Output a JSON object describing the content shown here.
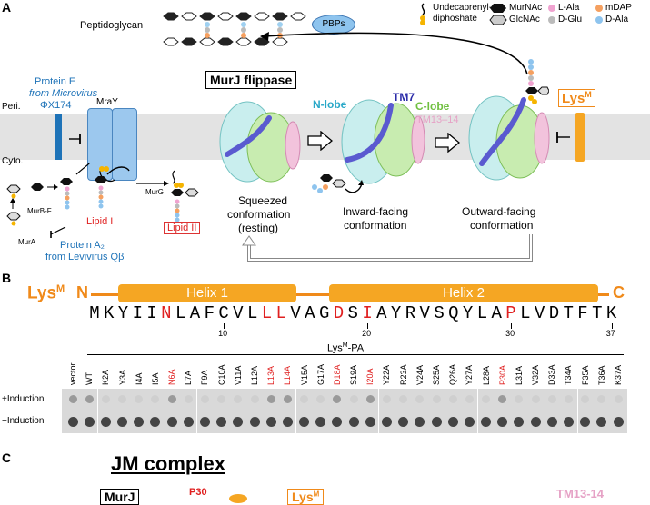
{
  "panel_a": {
    "label": "A",
    "peptidoglycan": "Peptidoglycan",
    "pbps": "PBPs",
    "legend": {
      "undecaprenyl": "Undecaprenyl-",
      "diphosphate": "diphoshate",
      "murnac": "MurNAc",
      "glcnac": "GlcNAc",
      "lala": "L-Ala",
      "dglu": "D-Glu",
      "mdap": "mDAP",
      "dala": "D-Ala"
    },
    "protein_e": [
      "Protein E",
      "from Microvirus",
      "ΦX174"
    ],
    "peri": "Peri.",
    "cyto": "Cyto.",
    "mray": "MraY",
    "murj_title": "MurJ flippase",
    "nlobe": "N-lobe",
    "tm7": "TM7",
    "clobe": "C-lobe",
    "tm1314": "TM13–14",
    "lysm": "Lys",
    "lysm_sup": "M",
    "murbf": "MurB-F",
    "mura": "MurA",
    "murg": "MurG",
    "lipid1": "Lipid I",
    "lipid2": "Lipid II",
    "protein_a2": [
      "Protein A₂",
      "from Levivirus Qβ"
    ],
    "squeezed": [
      "Squeezed",
      "conformation",
      "(resting)"
    ],
    "inward": [
      "Inward-facing",
      "conformation"
    ],
    "outward": [
      "Outward-facing",
      "conformation"
    ]
  },
  "panel_b": {
    "label": "B",
    "lysm": "Lys",
    "lysm_sup": "M",
    "n_term": "N",
    "c_term": "C",
    "helix1": "Helix 1",
    "helix2": "Helix 2",
    "sequence": [
      "M",
      "K",
      "Y",
      "I",
      "I",
      "N",
      "L",
      "A",
      "F",
      "C",
      "V",
      "L",
      "L",
      "L",
      "V",
      "A",
      "G",
      "D",
      "S",
      "I",
      "A",
      "Y",
      "R",
      "V",
      "S",
      "Q",
      "Y",
      "L",
      "A",
      "P",
      "L",
      "V",
      "D",
      "T",
      "F",
      "T",
      "K"
    ],
    "highlighted_positions": [
      6,
      13,
      14,
      18,
      20,
      30
    ],
    "tick_labels": [
      "10",
      "20",
      "30",
      "37"
    ],
    "pa_header": "LysM-PA",
    "pa_header_main": "Lys",
    "pa_header_sup": "M",
    "pa_header_tail": "-PA",
    "plus_induction": "+Induction",
    "minus_induction": "−Induction",
    "mutants": [
      "vector",
      "WT",
      "K2A",
      "Y3A",
      "I4A",
      "I5A",
      "N6A",
      "L7A",
      "F9A",
      "C10A",
      "V11A",
      "L12A",
      "L13A",
      "L14A",
      "V15A",
      "G17A",
      "D18A",
      "S19A",
      "I20A",
      "Y22A",
      "R23A",
      "V24A",
      "S25A",
      "Q26A",
      "Y27A",
      "L28A",
      "P30A",
      "L31A",
      "V32A",
      "D33A",
      "T34A",
      "F35A",
      "T36A",
      "K37A"
    ],
    "red_mutants": [
      "N6A",
      "L13A",
      "L14A",
      "D18A",
      "I20A",
      "P30A"
    ]
  },
  "panel_c": {
    "label": "C",
    "title": "JM complex",
    "murj": "MurJ",
    "p30": "P30",
    "lysm": "Lys",
    "lysm_sup": "M",
    "tm1314": "TM13-14"
  }
}
